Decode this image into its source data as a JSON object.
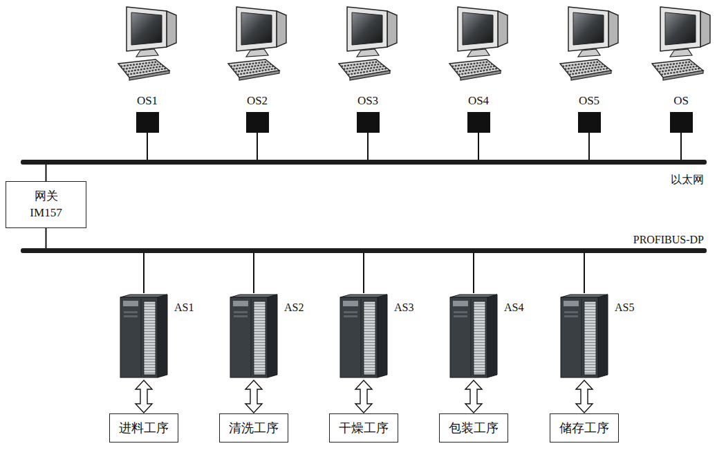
{
  "diagram": {
    "nodes": [
      {
        "text": [
          "OS1"
        ]
      },
      {
        "text": [
          "OS2"
        ]
      },
      {
        "text": [
          "OS3"
        ]
      },
      {
        "text": [
          "OS4"
        ]
      },
      {
        "text": [
          "OS5"
        ]
      },
      {
        "text": [
          "OS"
        ]
      },
      {
        "text": [
          "以太网"
        ]
      },
      {
        "text": [
          "网关 IM157"
        ]
      },
      {
        "text": [
          "PROFIBUS-DP"
        ]
      },
      {
        "text": [
          "AS1"
        ]
      },
      {
        "text": [
          "AS2"
        ]
      },
      {
        "text": [
          "AS3"
        ]
      },
      {
        "text": [
          "AS4"
        ]
      },
      {
        "text": [
          "AS5"
        ]
      },
      {
        "text": [
          "进料工序"
        ]
      },
      {
        "text": [
          "清洗工序"
        ]
      },
      {
        "text": [
          "干燥工序"
        ]
      },
      {
        "text": [
          "包装工序"
        ]
      },
      {
        "text": [
          "储存工序"
        ]
      }
    ],
    "edges": [
      {
        "from": 0,
        "to": 6,
        "arrow": "none"
      },
      {
        "from": 1,
        "to": 6,
        "arrow": "none"
      },
      {
        "from": 2,
        "to": 6,
        "arrow": "none"
      },
      {
        "from": 3,
        "to": 6,
        "arrow": "none"
      },
      {
        "from": 4,
        "to": 6,
        "arrow": "none"
      },
      {
        "from": 5,
        "to": 6,
        "arrow": "none"
      },
      {
        "from": 6,
        "to": 7,
        "arrow": "none"
      },
      {
        "from": 7,
        "to": 8,
        "arrow": "none"
      },
      {
        "from": 8,
        "to": 9,
        "arrow": "none"
      },
      {
        "from": 8,
        "to": 10,
        "arrow": "none"
      },
      {
        "from": 8,
        "to": 11,
        "arrow": "none"
      },
      {
        "from": 8,
        "to": 12,
        "arrow": "none"
      },
      {
        "from": 8,
        "to": 13,
        "arrow": "none"
      },
      {
        "from": 9,
        "to": 14,
        "arrow": "both"
      },
      {
        "from": 10,
        "to": 15,
        "arrow": "both"
      },
      {
        "from": 11,
        "to": 16,
        "arrow": "both"
      },
      {
        "from": 12,
        "to": 17,
        "arrow": "both"
      },
      {
        "from": 13,
        "to": 18,
        "arrow": "both"
      }
    ]
  }
}
